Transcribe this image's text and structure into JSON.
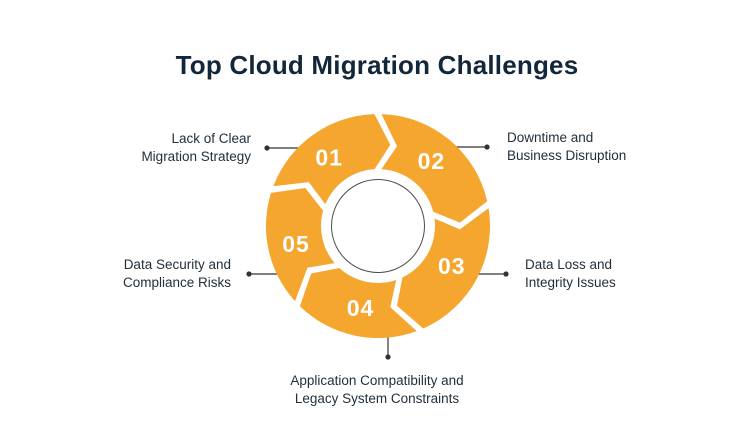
{
  "title": {
    "text": "Top Cloud Migration Challenges"
  },
  "colors": {
    "background": "#FFFFFF",
    "segment_orange": "#F4A62F",
    "number_text": "#FFFFFF",
    "title_text": "#13273A",
    "label_text": "#22303C",
    "connector_line": "#333333",
    "inner_ring_stroke": "#4D4D4D"
  },
  "diagram": {
    "type": "cycle",
    "direction": "clockwise",
    "segment_count": 5
  },
  "segments": [
    {
      "number": "01",
      "label": "Lack of Clear Migration Strategy",
      "label_lines": [
        "Lack of Clear",
        "Migration Strategy"
      ],
      "label_side": "left",
      "start_angle": 289,
      "end_angle": 360
    },
    {
      "number": "02",
      "label": "Downtime and Business Disruption",
      "label_lines": [
        "Downtime and",
        "Business Disruption"
      ],
      "label_side": "right",
      "start_angle": 0,
      "end_angle": 79
    },
    {
      "number": "03",
      "label": "Data Loss and Integrity Issues",
      "label_lines": [
        "Data Loss and",
        "Integrity Issues"
      ],
      "label_side": "right",
      "start_angle": 79,
      "end_angle": 158
    },
    {
      "number": "04",
      "label": "Application Compatibility and Legacy System Constraints",
      "label_lines": [
        "Application Compatibility and",
        "Legacy System Constraints"
      ],
      "label_side": "bottom",
      "start_angle": 158,
      "end_angle": 226
    },
    {
      "number": "05",
      "label": "Data Security and Compliance Risks",
      "label_lines": [
        "Data Security and",
        "Compliance Risks"
      ],
      "label_side": "left",
      "start_angle": 226,
      "end_angle": 289
    }
  ]
}
